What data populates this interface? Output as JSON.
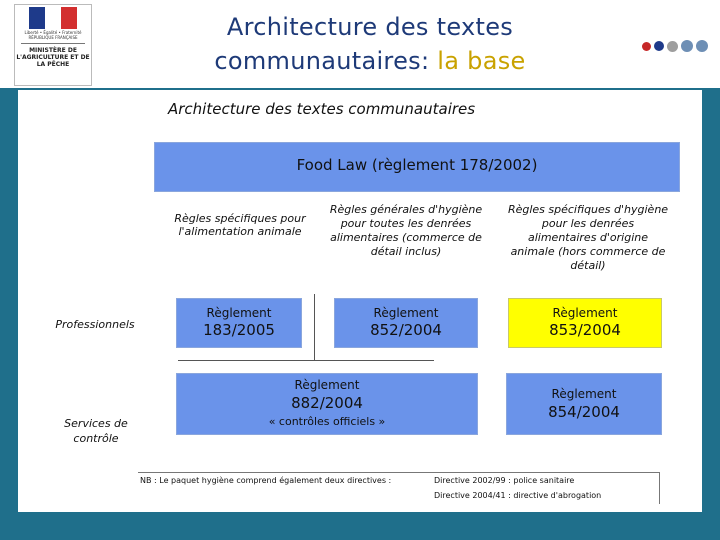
{
  "header": {
    "title_main": "Architecture des textes communautaires:",
    "title_highlight": "la base",
    "logo": {
      "motto": "Liberté • Égalité • Fraternité",
      "republic": "RÉPUBLIQUE FRANÇAISE",
      "ministry": "MINISTÈRE DE L'AGRICULTURE ET DE LA PÊCHE"
    },
    "decor_colors": [
      "#c62828",
      "#1e3a8a",
      "#9e9e9e",
      "#6e8fb5",
      "#6e8fb5"
    ]
  },
  "colors": {
    "background": "#1f6f8b",
    "box_blue": "#6a93ea",
    "box_yellow": "#ffff00",
    "title_text": "#1e3a78",
    "title_highlight": "#c9a200"
  },
  "diagram": {
    "heading": "Architecture des textes communautaires",
    "food_law": "Food Law (règlement 178/2002)",
    "columns": {
      "left": "Règles spécifiques pour l'alimentation animale",
      "middle": "Règles générales d'hygiène pour toutes les denrées alimentaires (commerce de détail inclus)",
      "right": "Règles spécifiques d'hygiène pour les denrées alimentaires d'origine animale (hors commerce de détail)"
    },
    "rows": {
      "professionals": "Professionnels",
      "control_services": "Services de contrôle"
    },
    "reg_183": {
      "label": "Règlement",
      "number": "183/2005"
    },
    "reg_852": {
      "label": "Règlement",
      "number": "852/2004"
    },
    "reg_853": {
      "label": "Règlement",
      "number": "853/2004"
    },
    "reg_882": {
      "label": "Règlement",
      "number": "882/2004",
      "note": "« contrôles officiels »"
    },
    "reg_854": {
      "label": "Règlement",
      "number": "854/2004"
    },
    "nb": {
      "text": "NB : Le paquet hygiène comprend également deux directives :",
      "directive_1": "Directive 2002/99 : police sanitaire",
      "directive_2": "Directive 2004/41 : directive d'abrogation"
    }
  }
}
